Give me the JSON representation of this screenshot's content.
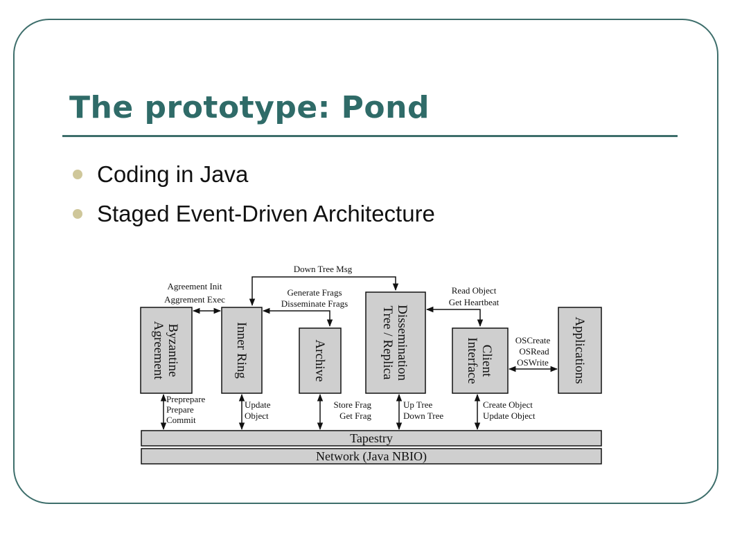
{
  "slide": {
    "title": "The prototype: Pond",
    "bullets": [
      "Coding in Java",
      "Staged Event-Driven Architecture"
    ]
  },
  "diagram": {
    "stages": {
      "byzantine": [
        "Byzantine",
        "Agreement"
      ],
      "inner_ring": "Inner Ring",
      "archive": "Archive",
      "dissemination": [
        "Dissemination",
        "Tree / Replica"
      ],
      "client": [
        "Client",
        "Interface"
      ],
      "applications": "Applications"
    },
    "layers": {
      "tapestry": "Tapestry",
      "network": "Network (Java NBIO)"
    },
    "edge_labels": {
      "down_tree_msg": "Down Tree Msg",
      "agreement": [
        "Agreement Init",
        "Aggrement Exec"
      ],
      "generate": [
        "Generate Frags",
        "Disseminate Frags"
      ],
      "read_object": [
        "Read Object",
        "Get Heartbeat"
      ],
      "os_ops": [
        "OSCreate",
        "OSRead",
        "OSWrite"
      ],
      "byz_tapestry": [
        "Preprepare",
        "Prepare",
        "Commit"
      ],
      "update_object": [
        "Update",
        "Object"
      ],
      "store_frag": [
        "Store Frag",
        "Get Frag"
      ],
      "up_tree": [
        "Up Tree",
        "Down Tree"
      ],
      "create_object": [
        "Create Object",
        "Update Object"
      ]
    },
    "colors": {
      "box_fill": "#cfcfcf",
      "line": "#111111",
      "accent": "#2f6b68"
    }
  }
}
